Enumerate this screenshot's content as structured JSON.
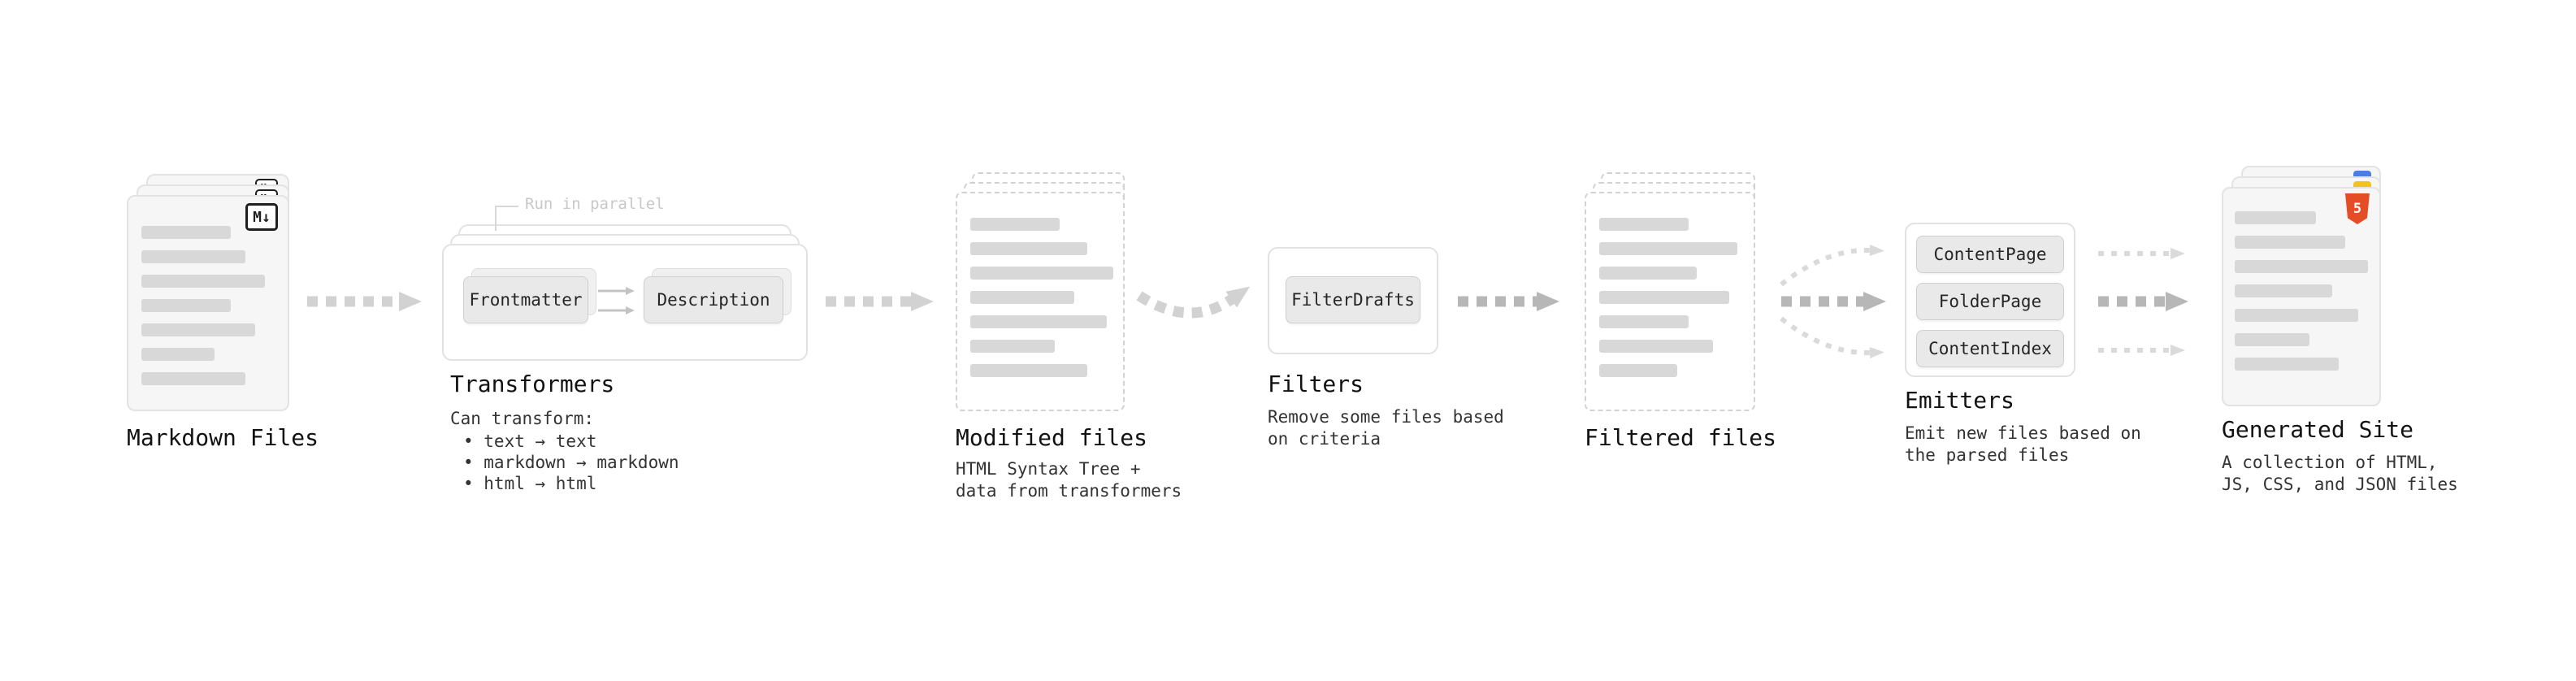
{
  "stages": {
    "markdown_files": {
      "label": "Markdown Files"
    },
    "transformers": {
      "note": "Run in parallel",
      "buttons": [
        "Frontmatter",
        "Description"
      ],
      "label": "Transformers",
      "caption_title": "Can transform:",
      "bullets": [
        "• text → text",
        "• markdown → markdown",
        "• html → html"
      ]
    },
    "modified_files": {
      "label": "Modified files",
      "caption": "HTML Syntax Tree +\ndata from transformers"
    },
    "filters": {
      "label": "Filters",
      "button": "FilterDrafts",
      "caption": "Remove some files based\non criteria"
    },
    "filtered_files": {
      "label": "Filtered files"
    },
    "emitters": {
      "label": "Emitters",
      "buttons": [
        "ContentPage",
        "FolderPage",
        "ContentIndex"
      ],
      "caption": "Emit new files based on\nthe parsed files"
    },
    "generated_site": {
      "label": "Generated Site",
      "caption": "A collection of HTML,\nJS, CSS, and JSON files"
    }
  },
  "icons": {
    "markdown_badge": "M↓",
    "html5_badge": "5"
  },
  "colors": {
    "arrow_light": "#d2d2d2",
    "arrow_mid": "#b7b7b7",
    "html5_orange": "#e44d26"
  }
}
